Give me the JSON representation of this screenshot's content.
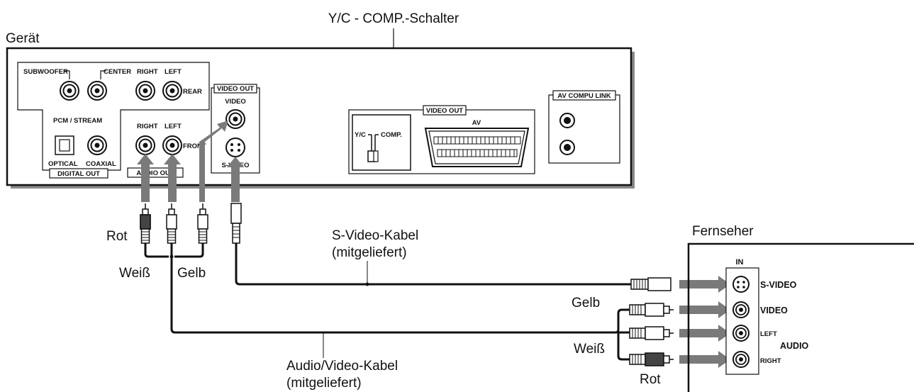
{
  "title_switch": "Y/C - COMP.-Schalter",
  "device": {
    "label": "Gerät",
    "subwoofer": "SUBWOOFER",
    "center": "CENTER",
    "rear_right": "RIGHT",
    "rear_left": "LEFT",
    "rear": "REAR",
    "pcm_stream": "PCM / STREAM",
    "optical": "OPTICAL",
    "coaxial": "COAXIAL",
    "digital_out": "DIGITAL OUT",
    "front_right": "RIGHT",
    "front_left": "LEFT",
    "front": "FRONT",
    "audio_out": "AUDIO OUT",
    "video_out_left": "VIDEO OUT",
    "video": "VIDEO",
    "s_video": "S-VIDEO",
    "video_out_av": "VIDEO OUT",
    "yc": "Y/C",
    "comp": "COMP.",
    "av": "AV",
    "av_compu_link": "AV COMPU LINK"
  },
  "tv": {
    "label": "Fernseher",
    "in": "IN",
    "s_video": "S-VIDEO",
    "video": "VIDEO",
    "left": "LEFT",
    "audio": "AUDIO",
    "right": "RIGHT"
  },
  "cables": {
    "red": "Rot",
    "white": "Weiß",
    "yellow": "Gelb",
    "svideo_cable_line1": "S-Video-Kabel",
    "svideo_cable_line2": "(mitgeliefert)",
    "av_cable_line1": "Audio/Video-Kabel",
    "av_cable_line2": "(mitgeliefert)",
    "tv_yellow": "Gelb",
    "tv_white": "Weiß",
    "tv_red": "Rot"
  },
  "colors": {
    "arrow": "#7a7a7a",
    "line": "#111111"
  }
}
